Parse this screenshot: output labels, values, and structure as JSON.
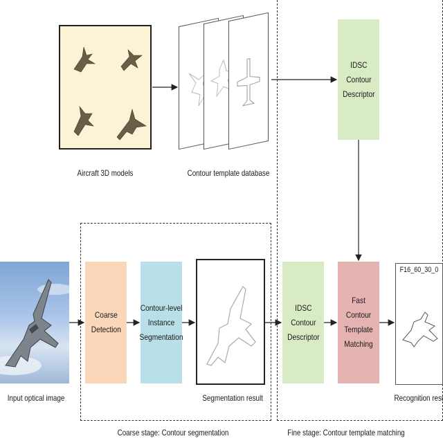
{
  "labels": {
    "aircraft_models": "Aircraft 3D models",
    "template_db": "Contour template database",
    "input_image": "Input optical image",
    "segmentation_result": "Segmentation result",
    "recognition_result": "Recognition result",
    "coarse_stage": "Coarse stage: Contour segmentation",
    "fine_stage": "Fine stage: Contour template matching",
    "result_id": "F16_60_30_0"
  },
  "boxes": {
    "idsc_top": "IDSC\nContour\nDescriptor",
    "coarse_detection": "Coarse\nDetection",
    "instance_seg": "Contour-level\nInstance\nSegmentation",
    "idsc_bottom": "IDSC\nContour\nDescriptor",
    "fast_matching": "Fast Contour\nTemplate\nMatching"
  },
  "colors": {
    "green": "#d9ebc4",
    "orange": "#f9d7b8",
    "blue": "#b9dfe9",
    "red": "#e6b3b3",
    "cream": "#fbf3d6"
  }
}
